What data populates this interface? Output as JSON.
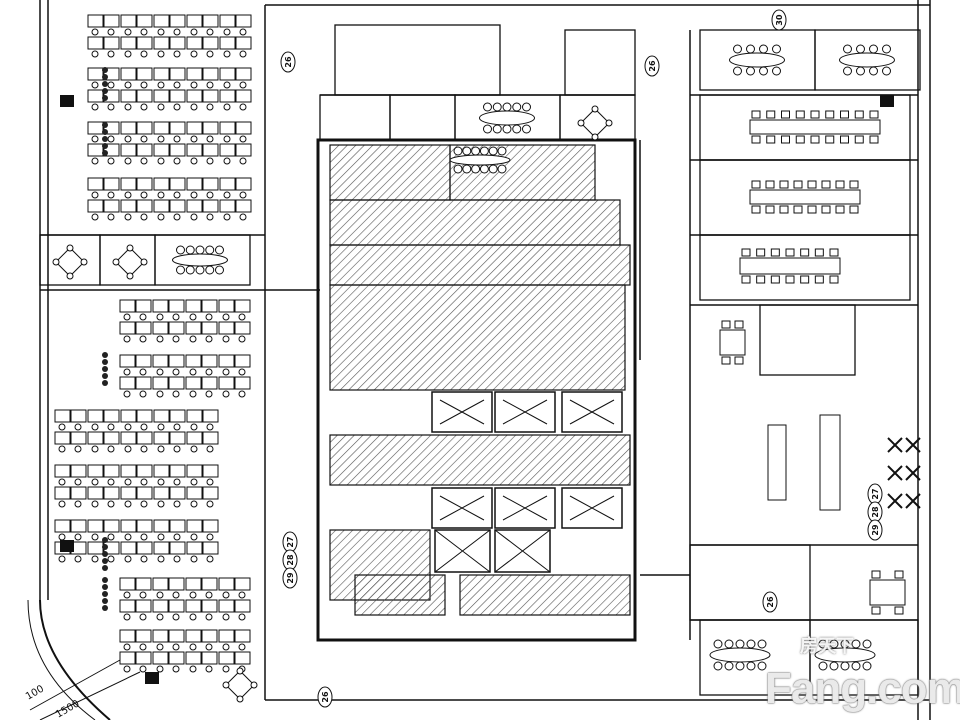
{
  "plan": {
    "grid_markers": {
      "top_left": "26",
      "top_center": "26",
      "top_right": "30",
      "bottom_center": "26",
      "right_lower": "26",
      "left_stack": [
        "27",
        "28",
        "29"
      ],
      "right_stack": [
        "27",
        "28",
        "29"
      ]
    },
    "dimensions": [
      "100",
      "1500"
    ]
  },
  "watermark": {
    "cn": "房天下",
    "en": "Fang.com"
  },
  "colors": {
    "line": "#111111",
    "hatch": "#555555",
    "background": "#ffffff"
  }
}
